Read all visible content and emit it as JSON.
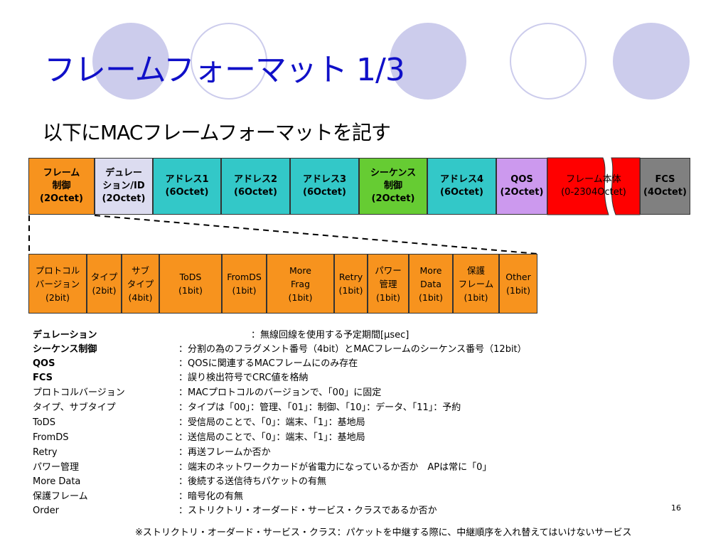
{
  "slide": {
    "title": "フレームフォーマット 1/3",
    "subtitle": "以下にMACフレームフォーマットを記す",
    "page_number": "16",
    "footnote": "※ストリクトリ・オーダード・サービス・クラス：パケットを中継する際に、中継順序を入れ替えてはいけないサービス"
  },
  "frame_fields": [
    {
      "label": "フレーム\n制御\n(2Octet)",
      "color": "#f7931e"
    },
    {
      "label": "デュレー\nション/ID\n(2Octet)",
      "color": "#dcdcf0"
    },
    {
      "label": "アドレス1\n(6Octet)",
      "color": "#33c8c8"
    },
    {
      "label": "アドレス2\n(6Octet)",
      "color": "#33c8c8"
    },
    {
      "label": "アドレス3\n(6Octet)",
      "color": "#33c8c8"
    },
    {
      "label": "シーケンス\n制御\n(2Octet)",
      "color": "#66cc33"
    },
    {
      "label": "アドレス4\n(6Octet)",
      "color": "#33c8c8"
    },
    {
      "label": "QOS\n(2Octet)",
      "color": "#cc99ee"
    },
    {
      "label": "フレーム本体\n(0-2304Octet)",
      "color": "#ff0000"
    },
    {
      "label": "FCS\n(4Octet)",
      "color": "#808080"
    }
  ],
  "subfields": [
    {
      "label": "プロトコル\nバージョン\n(2bit)"
    },
    {
      "label": "タイプ\n(2bit)"
    },
    {
      "label": "サブ\nタイプ\n(4bit)"
    },
    {
      "label": "ToDS\n(1bit)"
    },
    {
      "label": "FromDS\n(1bit)"
    },
    {
      "label": "More\nFrag\n(1bit)"
    },
    {
      "label": "Retry\n(1bit)"
    },
    {
      "label": "パワー\n管理\n(1bit)"
    },
    {
      "label": "More\nData\n(1bit)"
    },
    {
      "label": "保護\nフレーム\n(1bit)"
    },
    {
      "label": "Other\n(1bit)"
    }
  ],
  "definitions": [
    {
      "term": "デュレーション",
      "desc": "：無線回線を使用する予定期間[μsec]",
      "bold": true
    },
    {
      "term": "シーケンス制御",
      "desc": "：分割の為のフラグメント番号（4bit）とMACフレームのシーケンス番号（12bit）",
      "bold": true
    },
    {
      "term": "QOS",
      "desc": "：QOSに関連するMACフレームにのみ存在",
      "bold": true
    },
    {
      "term": "FCS",
      "desc": "：誤り検出符号でCRC値を格納",
      "bold": true
    },
    {
      "term": "プロトコルバージョン",
      "desc": "：MACプロトコルのバージョンで、「00」に固定",
      "bold": false
    },
    {
      "term": "タイプ、サブタイプ",
      "desc": "：タイプは「00」：管理、「01」：制御、「10」：データ、「11」：予約",
      "bold": false
    },
    {
      "term": "ToDS",
      "desc": "：受信局のことで、「0」：端末、「1」：基地局",
      "bold": false
    },
    {
      "term": "FromDS",
      "desc": "：送信局のことで、「0」：端末、「1」：基地局",
      "bold": false
    },
    {
      "term": "Retry",
      "desc": "：再送フレームか否か",
      "bold": false
    },
    {
      "term": "パワー管理",
      "desc": "：端末のネットワークカードが省電力になっているか否か　APは常に「0」",
      "bold": false
    },
    {
      "term": "More Data",
      "desc": "：後続する送信待ちパケットの有無",
      "bold": false
    },
    {
      "term": "保護フレーム",
      "desc": "：暗号化の有無",
      "bold": false
    },
    {
      "term": "Order",
      "desc": "：ストリクトリ・オーダード・サービス・クラスであるか否か",
      "bold": false
    }
  ]
}
